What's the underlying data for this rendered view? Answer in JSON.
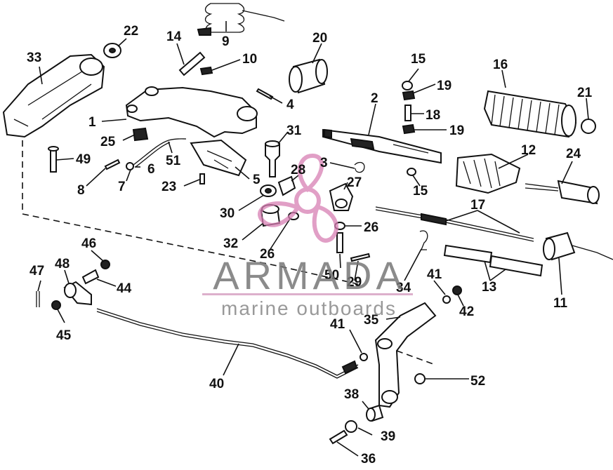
{
  "watermark": {
    "brand": "ARMADA",
    "tagline": "marine outboards",
    "logo_icon": "propeller-logo-icon",
    "accent_color": "#d77fb3"
  },
  "callouts": {
    "c1": "1",
    "c2": "2",
    "c3": "3",
    "c4": "4",
    "c5": "5",
    "c6": "6",
    "c7": "7",
    "c8": "8",
    "c9": "9",
    "c10": "10",
    "c11": "11",
    "c12": "12",
    "c13": "13",
    "c14": "14",
    "c15a": "15",
    "c15b": "15",
    "c16": "16",
    "c17": "17",
    "c18": "18",
    "c19a": "19",
    "c19b": "19",
    "c20": "20",
    "c21": "21",
    "c22": "22",
    "c23": "23",
    "c24": "24",
    "c25": "25",
    "c26a": "26",
    "c26b": "26",
    "c27": "27",
    "c28": "28",
    "c29": "29",
    "c30": "30",
    "c31": "31",
    "c32": "32",
    "c33": "33",
    "c34": "34",
    "c35": "35",
    "c36": "36",
    "c38": "38",
    "c39": "39",
    "c40": "40",
    "c41a": "41",
    "c41b": "41",
    "c42": "42",
    "c44": "44",
    "c45": "45",
    "c46": "46",
    "c47": "47",
    "c48": "48",
    "c49": "49",
    "c50": "50",
    "c51": "51",
    "c52": "52"
  },
  "colors": {
    "ink": "#111111",
    "background": "#ffffff",
    "watermark_gray": "#777777"
  }
}
